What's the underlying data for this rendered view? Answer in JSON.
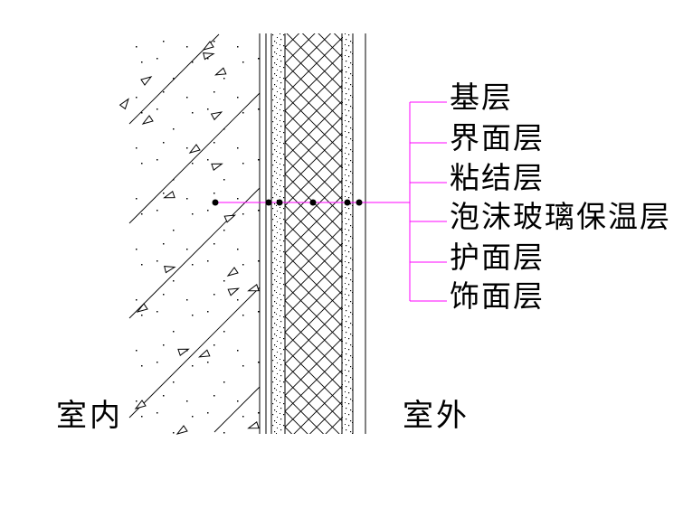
{
  "colors": {
    "leader": "#FF00FF",
    "ink": "#000000",
    "background": "#FFFFFF"
  },
  "legend": {
    "layers": [
      {
        "label": "基层"
      },
      {
        "label": "界面层"
      },
      {
        "label": "粘结层"
      },
      {
        "label": "泡沫玻璃保温层"
      },
      {
        "label": "护面层"
      },
      {
        "label": "饰面层"
      }
    ]
  },
  "locations": {
    "indoor_label": "室内",
    "outdoor_label": "室外"
  }
}
